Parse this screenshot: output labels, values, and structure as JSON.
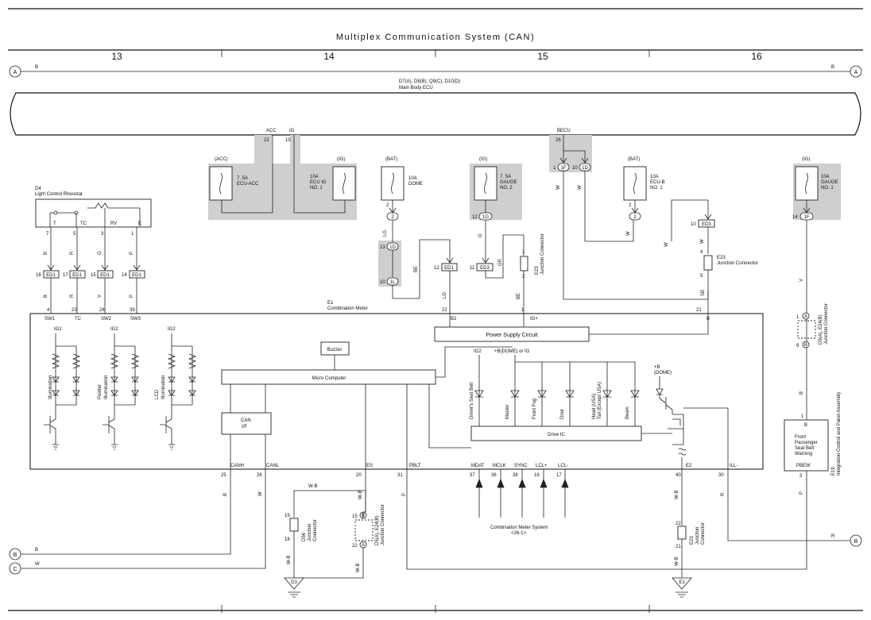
{
  "title": "Multiplex Communication System (CAN)",
  "sections": [
    "13",
    "14",
    "15",
    "16"
  ],
  "wire_ends": {
    "A_left": "A",
    "A_right": "A",
    "B_left": "B",
    "C_left": "C",
    "B_right": "B"
  },
  "top_bus": {
    "left": "B",
    "right": "B"
  },
  "main_ecu": {
    "line1": "D7(A), D8(B), Q9(C), D10(D)",
    "line2": "Main Body ECU"
  },
  "ecu_pins": {
    "acc": "ACC",
    "acc_pin": "22",
    "ig": "IG",
    "ig_pin": "15",
    "becu": "BECU",
    "becu_pin": "26",
    "f1": "1F",
    "f1_pin": "1",
    "d10": "1D",
    "d10_pin": "10",
    "w1": "W",
    "w2": "W"
  },
  "fuses": {
    "acc": {
      "tag": "(ACC)",
      "l1": "7. 5A",
      "l2": "ECU-ACC"
    },
    "ecuig": {
      "tag": "(IG)",
      "l1": "10A",
      "l2": "ECU IG",
      "l3": "NO. 1"
    },
    "dome": {
      "tag": "(BAT)",
      "l1": "10A",
      "l2": "DOME"
    },
    "gauge2": {
      "tag": "(IG)",
      "l1": "7. 5A",
      "l2": "GAUGE",
      "l3": "NO. 2"
    },
    "ecub": {
      "tag": "(BAT)",
      "l1": "10A",
      "l2": "ECU-B",
      "l3": "NO. 1"
    },
    "gauge1": {
      "tag": "(IG)",
      "l1": "10A",
      "l2": "GAUGE",
      "l3": "NO. 1"
    }
  },
  "rheostat": {
    "id": "D4",
    "name": "Light Control Rheostat",
    "terms": [
      "T",
      "TC",
      "RV",
      "E"
    ],
    "pins": [
      "7",
      "5",
      "3",
      "1"
    ],
    "wires": [
      "B",
      "R",
      "G",
      "P"
    ],
    "ed1_pins": [
      "16",
      "17",
      "15",
      "14"
    ],
    "ed1": "ED1",
    "wires2": [
      "B",
      "R",
      "V",
      "P"
    ]
  },
  "dome_path": {
    "pin2": "2",
    "conn2": "2",
    "lg": "LG",
    "pin13": "13",
    "conn1d": "1D",
    "pin10": "10",
    "conn1l": "1L",
    "be": "BE",
    "pin12": "12",
    "ed1": "ED1",
    "lg2": "LG"
  },
  "gauge2_path": {
    "pin12": "12",
    "conn1g": "1G",
    "g": "G",
    "pin11": "11",
    "ed3": "ED3",
    "gr": "GR",
    "jc_top": "1",
    "jc_bot": "2",
    "jc_label1": "E23",
    "jc_label2": "Junction Connector",
    "be": "BE"
  },
  "ecub_path": {
    "pin2": "2",
    "conn2": "2",
    "w": "W",
    "w2": "W",
    "pin10": "10",
    "ed3": "ED3",
    "w3": "W",
    "jc_top": "4",
    "jc_bot": "5",
    "jc_label1": "E23",
    "jc_label2": "Junction Connector",
    "sb": "SB"
  },
  "gauge1_path": {
    "pin14": "14",
    "conn1f": "1F",
    "v": "V",
    "pin1": "1",
    "pin9": "9",
    "conn_a": "A",
    "conn_b": "B",
    "d5": "D5(A), E24(B)",
    "d5b": "Junction Connector",
    "wire_b": "B"
  },
  "meter": {
    "id": "E1",
    "name": "Combination Meter",
    "top_pins": [
      {
        "pin": "4",
        "label": "SW1"
      },
      {
        "pin": "23",
        "label": "TC"
      },
      {
        "pin": "24",
        "label": "SW2"
      },
      {
        "pin": "39",
        "label": "SW3"
      },
      {
        "pin": "22",
        "label": "B2"
      },
      {
        "pin": "1",
        "label": "IG+"
      },
      {
        "pin": "21",
        "label": "B"
      }
    ],
    "power_supply": "Power Supply Circuit",
    "buzzer": "Buzzer",
    "micro": "Micro Computer",
    "can": "CAN",
    "canif": "I/F",
    "drive_ic": "Drive IC",
    "ig2": [
      "IG2",
      "IG2",
      "IG2",
      "IG2"
    ],
    "bdome_or_ig": "+B(DOME) or IG",
    "bdome1": "+B",
    "bdome2": "(DOME)",
    "illum": [
      "Illumination",
      "Pointer",
      "Illumination",
      "LCD",
      "Illumination"
    ],
    "indicators": [
      "Driver's Seat Belt",
      "Master",
      "Front Fog",
      "Door",
      "Head (USA)",
      "Tail (Except USA)",
      "Beam"
    ],
    "bottom_pins": [
      {
        "label": "CANH",
        "pin": "25"
      },
      {
        "label": "CANL",
        "pin": "26"
      },
      {
        "label": "ES",
        "pin": "20"
      },
      {
        "label": "PBLT",
        "pin": "31"
      },
      {
        "label": "MDAT",
        "pin": "37"
      },
      {
        "label": "MCLK",
        "pin": "36"
      },
      {
        "label": "SYNC",
        "pin": "38"
      },
      {
        "label": "LCL+",
        "pin": "16"
      },
      {
        "label": "LCL-",
        "pin": "17"
      },
      {
        "label": "E2",
        "pin": "40"
      },
      {
        "label": "ILL-",
        "pin": "30"
      }
    ]
  },
  "bottom": {
    "canh_wire": "B",
    "canl_wire": "W",
    "es_wire": "W-B",
    "pblt_wire": "P",
    "wb_top": "W-B",
    "d56_pins": [
      "19",
      "18"
    ],
    "d56": "D56",
    "d56b": "Junction",
    "d56c": "Connector",
    "wb_left": "W-B",
    "d3": "D3",
    "d5_pins": [
      "15",
      "22"
    ],
    "d5_a": "B",
    "d5_b": "A",
    "d5_label1": "D5(A), E24(B)",
    "d5_label2": "Junction Connector",
    "wb_d5": "W-B",
    "comb_sys1": "Combination Meter System",
    "comb_sys2": "<26-1>",
    "e2_wire": "W-B",
    "e23_pins": [
      "22",
      "21"
    ],
    "e23_1": "E23",
    "e23_2": "Junction",
    "e23_3": "Connector",
    "wb_e1": "W-B",
    "e1": "E1",
    "ill_wire": "R",
    "r_right": "R",
    "wire_b_out": "B",
    "wire_w_out": "W"
  },
  "integration": {
    "pin_top": "1",
    "term_top": "B",
    "l1": "Front",
    "l2": "Passenger",
    "l3": "Seat Belt",
    "l4": "Warning",
    "term_bot": "PBEW",
    "pin_bot": "3",
    "wire_p": "P",
    "id": "E19",
    "name": "Integration Control and Panel Assembly"
  }
}
